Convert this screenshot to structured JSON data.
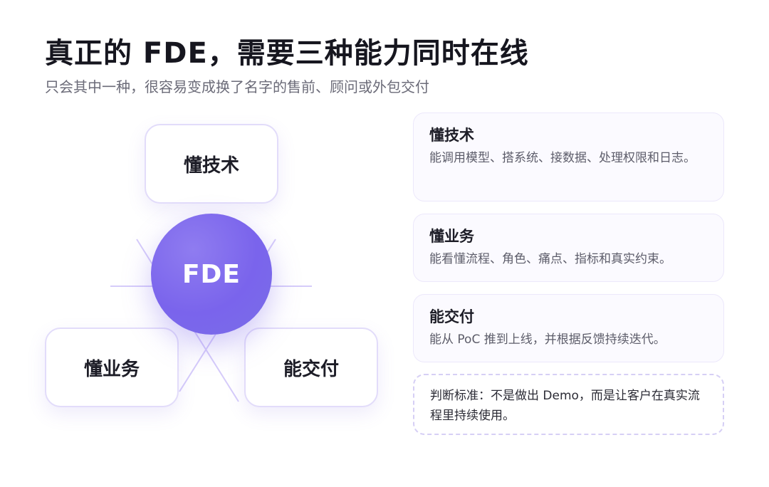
{
  "header": {
    "title": "真正的 FDE，需要三种能力同时在线",
    "subtitle": "只会其中一种，很容易变成换了名字的售前、顾问或外包交付"
  },
  "diagram": {
    "center": "FDE",
    "nodes": {
      "top": "懂技术",
      "left": "懂业务",
      "right": "能交付"
    },
    "colors": {
      "accent": "#7a64ec",
      "line": "#d6ccfa",
      "node_border": "#e2dcfa"
    }
  },
  "cards": [
    {
      "title": "懂技术",
      "desc": "能调用模型、搭系统、接数据、处理权限和日志。"
    },
    {
      "title": "懂业务",
      "desc": "能看懂流程、角色、痛点、指标和真实约束。"
    },
    {
      "title": "能交付",
      "desc": "能从 PoC 推到上线，并根据反馈持续迭代。"
    }
  ],
  "note": {
    "text": "判断标准：不是做出 Demo，而是让客户在真实流程里持续使用。"
  }
}
